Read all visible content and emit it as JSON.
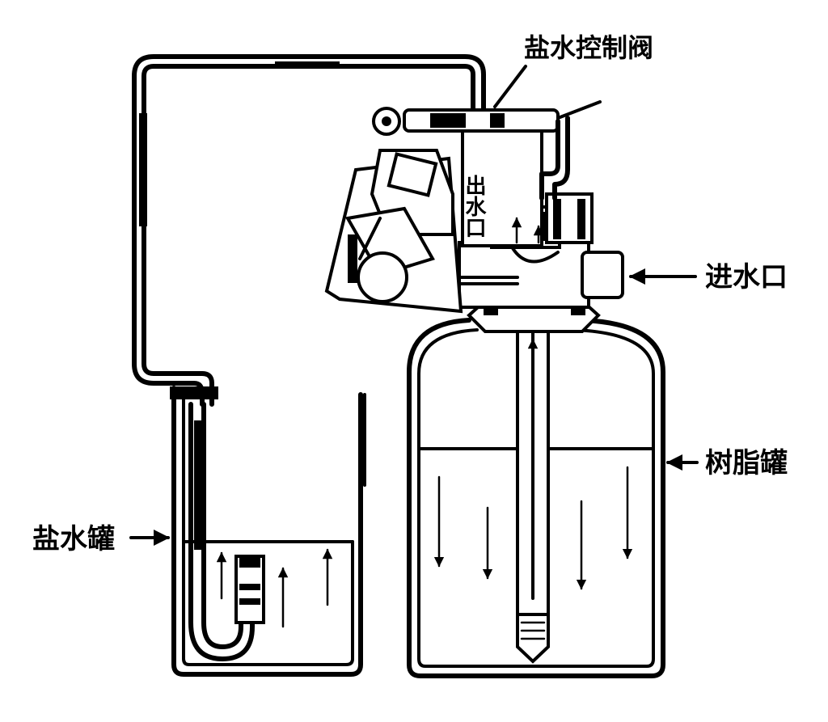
{
  "labels": {
    "brine_control_valve": "盐水控制阀",
    "outlet": "出水口",
    "inlet": "进水口",
    "resin_tank": "树脂罐",
    "brine_tank": "盐水罐"
  },
  "colors": {
    "ink": "#000000",
    "paper": "#ffffff"
  }
}
